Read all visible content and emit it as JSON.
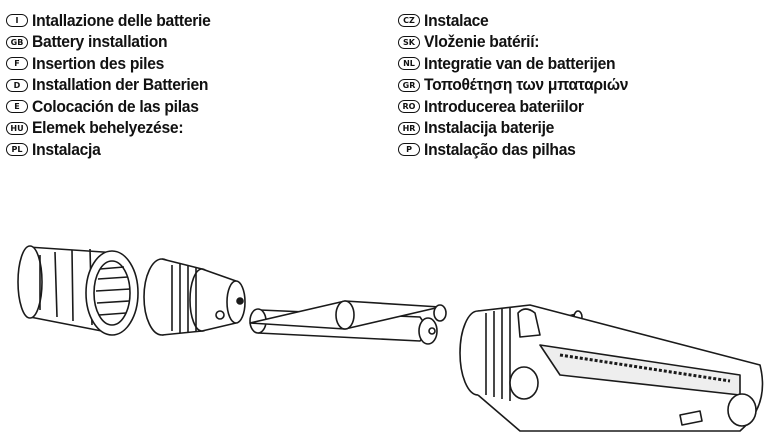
{
  "instructions_left": [
    {
      "code": "I",
      "text": "Intallazione delle batterie"
    },
    {
      "code": "GB",
      "text": "Battery installation"
    },
    {
      "code": "F",
      "text": "Insertion des piles"
    },
    {
      "code": "D",
      "text": "Installation der Batterien"
    },
    {
      "code": "E",
      "text": "Colocación de las pilas"
    },
    {
      "code": "HU",
      "text": "Elemek behelyezése:"
    },
    {
      "code": "PL",
      "text": "Instalacja"
    }
  ],
  "instructions_right": [
    {
      "code": "CZ",
      "text": "Instalace"
    },
    {
      "code": "SK",
      "text": "Vloženie batérií:"
    },
    {
      "code": "NL",
      "text": "Integratie van de batterijen"
    },
    {
      "code": "GR",
      "text": "Τοποθέτηση των μπαταριών"
    },
    {
      "code": "RO",
      "text": "Introducerea bateriilor"
    },
    {
      "code": "HR",
      "text": "Instalacija baterije"
    },
    {
      "code": "P",
      "text": "Instalação das pilhas"
    }
  ],
  "illustration": {
    "parts": [
      "end-cap",
      "battery-holder",
      "batteries",
      "screw",
      "torch-body"
    ],
    "line_color": "#1a1a1a"
  }
}
